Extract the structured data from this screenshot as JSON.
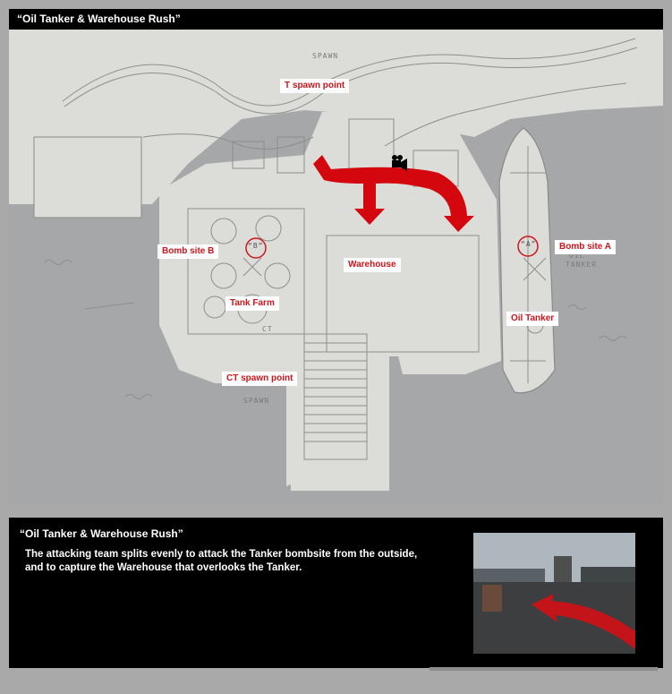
{
  "map": {
    "title": "“Oil Tanker & Warehouse Rush”",
    "labels": {
      "t_spawn": "T spawn point",
      "bomb_site_b": "Bomb site B",
      "bomb_site_a": "Bomb site A",
      "warehouse": "Warehouse",
      "tank_farm": "Tank Farm",
      "oil_tanker": "Oil Tanker",
      "ct_spawn": "CT spawn point"
    },
    "sketch_notes": {
      "spawn_top": "SPAWN",
      "spawn_bottom": "SPAWN",
      "ct": "CT",
      "oil": "OIL",
      "tanker": "TANKER",
      "site_a_mark": "“A”",
      "site_b_mark": "“B”"
    },
    "icons": [
      "camera-icon",
      "attack-arrow-icon"
    ],
    "colors": {
      "arrow": "#d4070f",
      "label_text": "#d0141a",
      "water": "#a5a7a9",
      "land": "#dcdcd8"
    }
  },
  "info": {
    "title": "“Oil Tanker & Warehouse Rush”",
    "description": "The attacking team splits evenly to attack the Tanker bombsite from the outside, and to capture the Warehouse that overlooks the Tanker."
  }
}
